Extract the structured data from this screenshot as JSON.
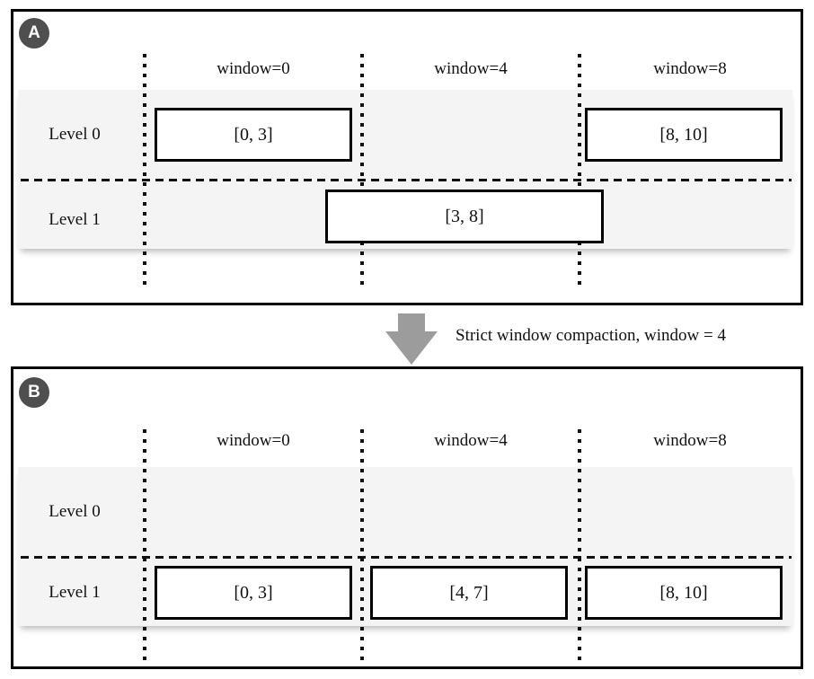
{
  "colors": {
    "badge_bg": "#4f4f4f",
    "badge_text": "#ffffff",
    "row_band": "#f4f4f4",
    "arrow": "#9c9c9c",
    "line": "#111111"
  },
  "panels": {
    "a": {
      "badge": "A",
      "window_labels": [
        "window=0",
        "window=4",
        "window=8"
      ],
      "level_labels": [
        "Level 0",
        "Level 1"
      ],
      "sstables": {
        "level0_window0": "[0, 3]",
        "level0_window8": "[8, 10]",
        "level1_spanning": "[3, 8]"
      }
    },
    "b": {
      "badge": "B",
      "window_labels": [
        "window=0",
        "window=4",
        "window=8"
      ],
      "level_labels": [
        "Level 0",
        "Level 1"
      ],
      "sstables": {
        "level1_window0": "[0, 3]",
        "level1_window4": "[4, 7]",
        "level1_window8": "[8, 10]"
      }
    }
  },
  "transition": {
    "label": "Strict window compaction, window = 4"
  }
}
